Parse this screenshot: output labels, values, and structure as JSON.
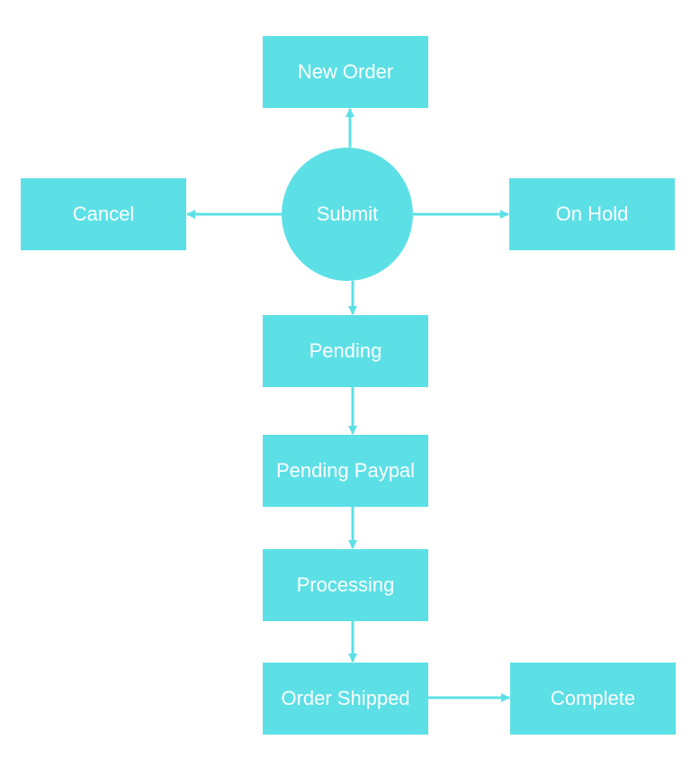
{
  "style": {
    "node_color": "#5ce0e6",
    "text_color": "#ffffff",
    "edge_color": "#5ce0e6"
  },
  "nodes": {
    "new_order": "New Order",
    "cancel": "Cancel",
    "submit": "Submit",
    "on_hold": "On Hold",
    "pending": "Pending",
    "pending_paypal": "Pending Paypal",
    "processing": "Processing",
    "order_shipped": "Order Shipped",
    "complete": "Complete"
  },
  "edges": [
    {
      "from": "submit",
      "to": "new_order"
    },
    {
      "from": "submit",
      "to": "cancel"
    },
    {
      "from": "submit",
      "to": "on_hold"
    },
    {
      "from": "submit",
      "to": "pending"
    },
    {
      "from": "pending",
      "to": "pending_paypal"
    },
    {
      "from": "pending_paypal",
      "to": "processing"
    },
    {
      "from": "processing",
      "to": "order_shipped"
    },
    {
      "from": "order_shipped",
      "to": "complete"
    }
  ]
}
